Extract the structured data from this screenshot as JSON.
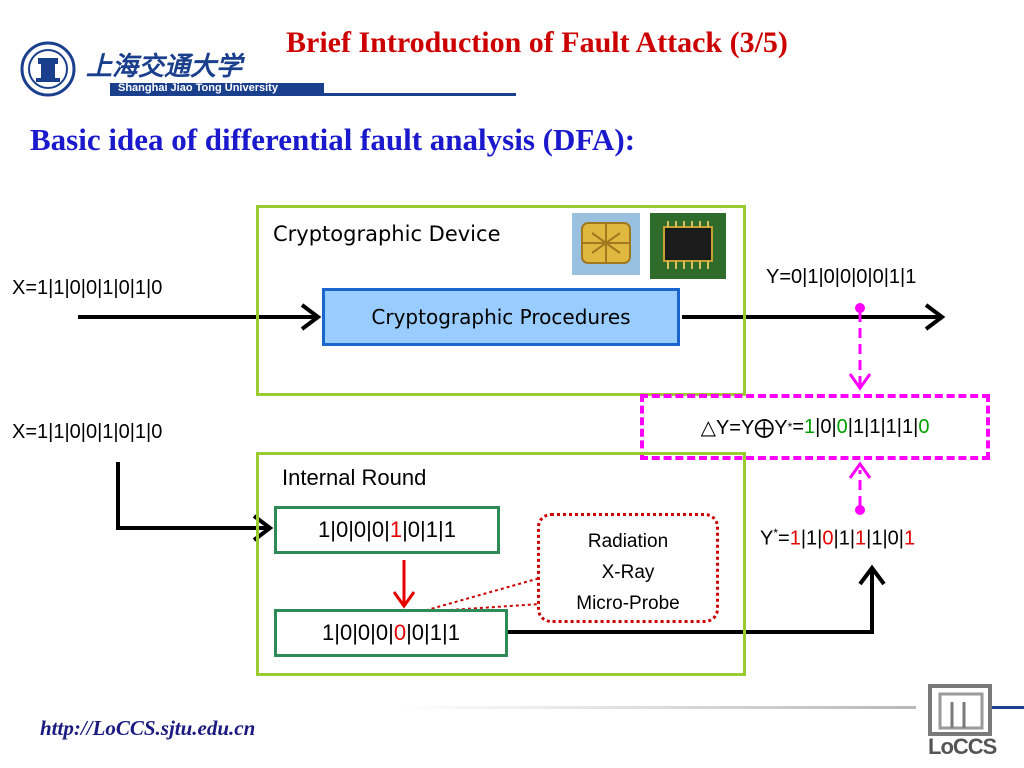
{
  "header": {
    "university_cn": "上海交通大学",
    "university_en": "Shanghai Jiao Tong University",
    "title": "Brief Introduction of Fault Attack (3/5)"
  },
  "subtitle": "Basic idea of differential fault analysis (DFA):",
  "diagram": {
    "device_label": "Cryptographic Device",
    "procedures_label": "Cryptographic Procedures",
    "input_top": "X=1|1|0|0|1|0|1|0",
    "input_bottom": "X=1|1|0|0|1|0|1|0",
    "output_correct": "Y=0|1|0|0|0|0|1|1",
    "internal_round_label": "Internal Round",
    "state_before": {
      "pre": "1|0|0|0|",
      "bit": "1",
      "post": "|0|1|1"
    },
    "state_after": {
      "pre": "1|0|0|0|",
      "bit": "0",
      "post": "|0|1|1"
    },
    "fault_methods": [
      "Radiation",
      "X-Ray",
      "Micro-Probe"
    ],
    "delta": {
      "prefix": "△Y=Y⨁Y",
      "star": "*",
      "eq": "=",
      "bits": [
        "1",
        "0",
        "0",
        "1",
        "1",
        "1",
        "1",
        "0"
      ],
      "bit_colors": [
        "green",
        "black",
        "green",
        "black",
        "black",
        "black",
        "black",
        "green"
      ]
    },
    "faulty_output": {
      "prefix": "Y",
      "star": "*",
      "eq": "=",
      "bits": [
        "1",
        "1",
        "0",
        "1",
        "1",
        "1",
        "0",
        "1"
      ],
      "bit_colors": [
        "red",
        "black",
        "red",
        "black",
        "red",
        "black",
        "black",
        "red"
      ]
    }
  },
  "footer": {
    "url": "http://LoCCS.sjtu.edu.cn",
    "logo_text": "LoCCS"
  },
  "colors": {
    "title": "#cc0000",
    "subtitle": "#1a1acc",
    "device_border": "#99cc33",
    "procedure_fill": "#99ccff",
    "procedure_border": "#1a66cc",
    "state_border": "#2e8b57",
    "fault_bit": "#e60000",
    "delta_border": "#ff00ff",
    "fault_box_border": "#cc0000"
  }
}
